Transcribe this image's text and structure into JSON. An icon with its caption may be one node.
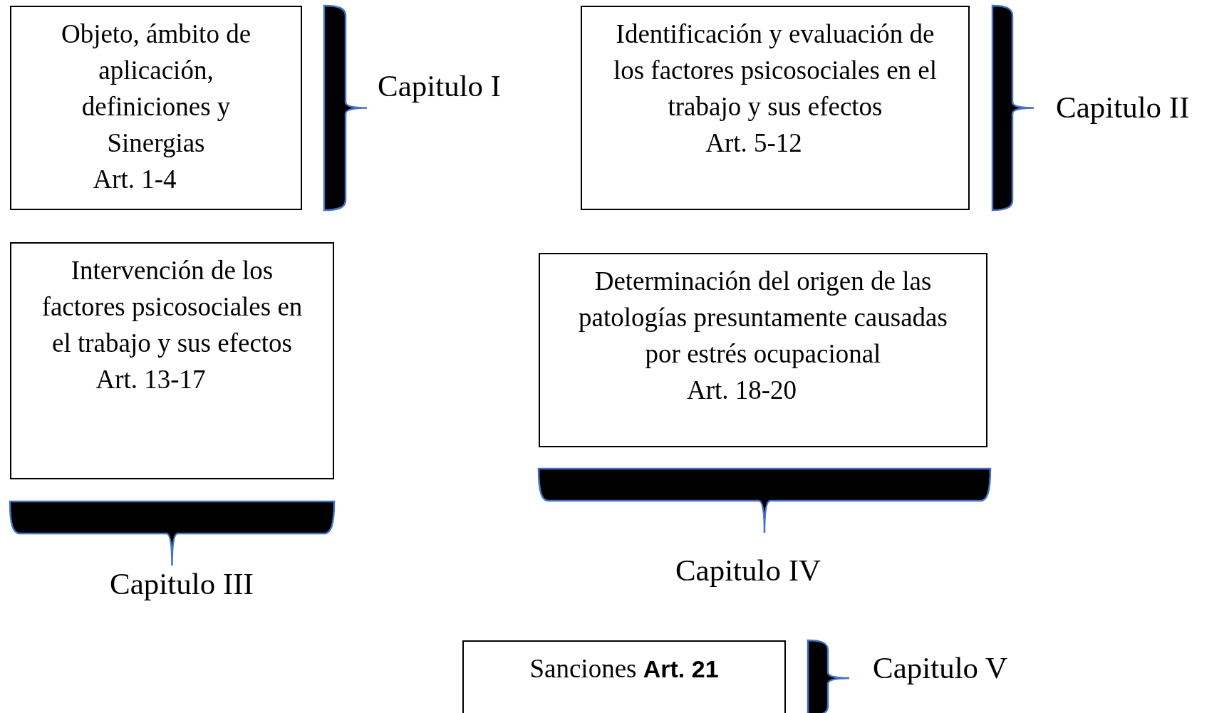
{
  "diagram": {
    "nodes": [
      {
        "text": [
          "Objeto, ámbito de aplicación, definiciones y Sinergias",
          "Art. 1-4"
        ]
      },
      {
        "text": [
          "Identificación y evaluación de los factores psicosociales en el trabajo y sus efectos",
          "Art. 5-12"
        ]
      },
      {
        "text": [
          "Intervención de los factores psicosociales en el trabajo y sus efectos",
          "Art. 13-17"
        ]
      },
      {
        "text": [
          "Determinación del origen de las patologías presuntamente causadas por estrés ocupacional",
          "Art. 18-20"
        ]
      },
      {
        "text": [
          "Sanciones **Art. 21**"
        ]
      }
    ],
    "labels": [
      "Capitulo I",
      "Capitulo II",
      "Capitulo III",
      "Capitulo IV",
      "Capitulo V"
    ]
  }
}
